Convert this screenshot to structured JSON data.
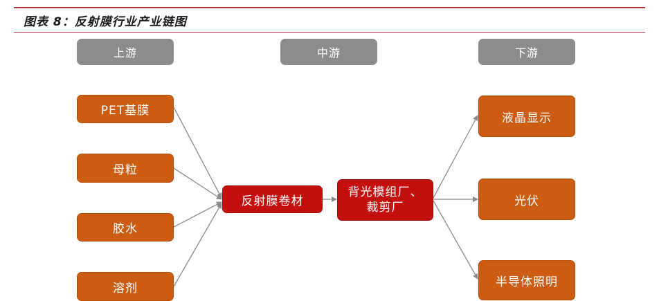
{
  "title": "图表 8：反射膜行业产业链图",
  "stages": {
    "upstream": "上游",
    "midstream": "中游",
    "downstream": "下游"
  },
  "upstream_items": [
    "PET基膜",
    "母粒",
    "胶水",
    "溶剂"
  ],
  "core_product": "反射膜卷材",
  "midstream_item": "背光模组厂、\n裁剪厂",
  "downstream_items": [
    "液晶显示",
    "光伏",
    "半导体照明"
  ],
  "colors": {
    "title_rule": "#b3343c",
    "stage_gray": "#8c8c8c",
    "orange": "#cc5c12",
    "red": "#c40f0f",
    "connector": "#8a8a8a"
  }
}
